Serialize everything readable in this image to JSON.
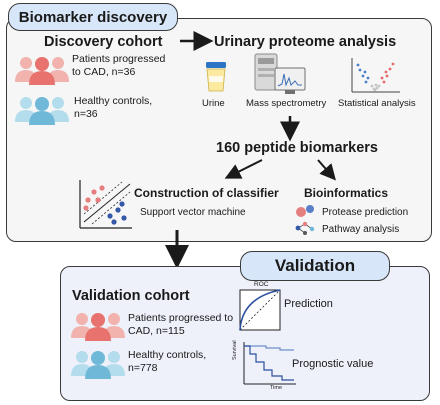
{
  "discovery": {
    "title": "Biomarker discovery",
    "cohort_title": "Discovery cohort",
    "cad_group": "Patients progressed\nto CAD, n=36",
    "control_group": "Healthy controls,\nn=36",
    "proteome_title": "Urinary proteome analysis",
    "urine_label": "Urine",
    "ms_label": "Mass spectrometry",
    "stats_label": "Statistical analysis",
    "peptides_title": "160 peptide biomarkers",
    "classifier_title": "Construction of classifier",
    "classifier_method": "Support vector machine",
    "bioinformatics_title": "Bioinformatics",
    "protease_label": "Protease prediction",
    "pathway_label": "Pathway analysis"
  },
  "validation": {
    "title": "Validation",
    "cohort_title": "Validation cohort",
    "cad_group": "Patients progressed to\nCAD, n=115",
    "control_group": "Healthy controls,\nn=778",
    "roc_label": "ROC",
    "prediction_label": "Prediction",
    "survival_axis": "Survival",
    "time_axis": "Time",
    "prognostic_label": "Prognostic value"
  },
  "colors": {
    "cad_people": "#e8726d",
    "control_people": "#6fb8d8",
    "tab_fill": "#d7e6f8",
    "top_panel_fill": "#f6f6f6",
    "bottom_panel_fill": "#eef0fa"
  }
}
